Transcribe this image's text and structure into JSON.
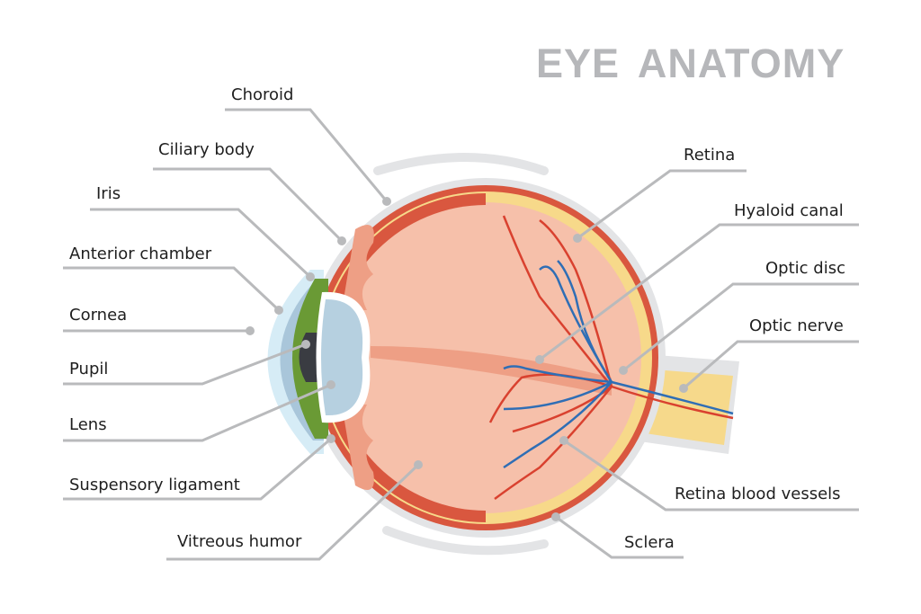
{
  "title": "EYE ANATOMY",
  "labels_left": [
    {
      "id": "choroid",
      "text": "Choroid"
    },
    {
      "id": "ciliary-body",
      "text": "Ciliary body"
    },
    {
      "id": "iris",
      "text": "Iris"
    },
    {
      "id": "anterior-chamber",
      "text": "Anterior chamber"
    },
    {
      "id": "cornea",
      "text": "Cornea"
    },
    {
      "id": "pupil",
      "text": "Pupil"
    },
    {
      "id": "lens",
      "text": "Lens"
    },
    {
      "id": "suspensory-ligament",
      "text": "Suspensory ligament"
    },
    {
      "id": "vitreous-humor",
      "text": "Vitreous humor"
    }
  ],
  "labels_right": [
    {
      "id": "retina",
      "text": "Retina"
    },
    {
      "id": "hyaloid-canal",
      "text": "Hyaloid canal"
    },
    {
      "id": "optic-disc",
      "text": "Optic disc"
    },
    {
      "id": "optic-nerve",
      "text": "Optic nerve"
    },
    {
      "id": "retina-blood-vessels",
      "text": "Retina blood vessels"
    },
    {
      "id": "sclera",
      "text": "Sclera"
    }
  ],
  "colors": {
    "title": "#b6b7ba",
    "leader_line": "#b9babc",
    "sclera": "#e3e4e6",
    "choroid": "#d9573f",
    "retina": "#f7d98a",
    "vitreous": "#f6c0aa",
    "ciliary": "#ee9f85",
    "iris": "#6a9a35",
    "cornea": "#d6ecf6",
    "anterior_chamber": "#a9c6da",
    "lens": "#b6d0e0",
    "pupil": "#3a3c42",
    "optic_nerve": "#f6d98b",
    "artery": "#d9412f",
    "vein": "#2f6eb5"
  }
}
